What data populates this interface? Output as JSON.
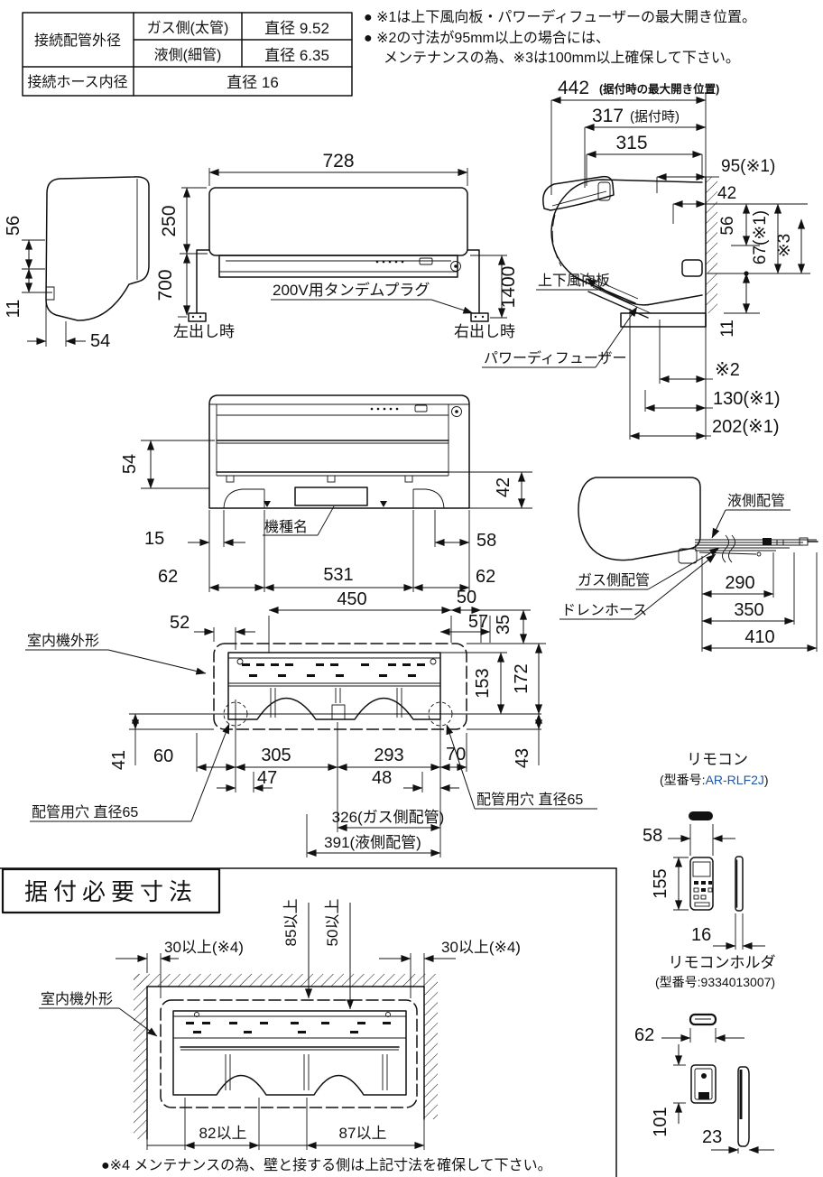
{
  "colors": {
    "ink": "#111111",
    "code_blue": "#2056a8"
  },
  "spec_table": {
    "pipe_od_label": "接続配管外径",
    "gas_label": "ガス側(太管)",
    "gas_value": "直径 9.52",
    "liquid_label": "液側(細管)",
    "liquid_value": "直径 6.35",
    "hose_label": "接続ホース内径",
    "hose_value": "直径 16"
  },
  "notes": {
    "note1": "● ※1は上下風向板・パワーディフューザーの最大開き位置。",
    "note2": "● ※2の寸法が95mm以上の場合には、",
    "note3": "メンテナンスの為、※3は100mm以上確保して下さい。"
  },
  "side_view": {
    "d56": "56",
    "d11": "11",
    "d54": "54"
  },
  "front_view": {
    "d728": "728",
    "d250": "250",
    "d700": "700",
    "d1400": "1400",
    "left_exit": "左出し時",
    "right_exit": "右出し時",
    "plug": "200V用タンデムプラグ"
  },
  "wall_view": {
    "d442": "442",
    "d442_note": "(据付時の最大開き位置)",
    "d317": "317",
    "d317_note": "(据付時)",
    "d315": "315",
    "d95": "95(※1)",
    "d42": "42",
    "d56": "56",
    "d67": "67(※1)",
    "s3": "※3",
    "d11": "11",
    "s2": "※2",
    "d130": "130(※1)",
    "d202": "202(※1)",
    "flap": "上下風向板",
    "diffuser": "パワーディフューザー"
  },
  "rear_view": {
    "d54": "54",
    "d42": "42",
    "d15": "15",
    "d58": "58",
    "d62l": "62",
    "d531": "531",
    "d62r": "62",
    "model": "機種名"
  },
  "pipe_view": {
    "liquid": "液側配管",
    "gas": "ガス側配管",
    "drain": "ドレンホース",
    "d290": "290",
    "d350": "350",
    "d410": "410"
  },
  "plate_view": {
    "outline": "室内機外形",
    "d450": "450",
    "d50": "50",
    "d52": "52",
    "d57": "57",
    "d35": "35",
    "d153": "153",
    "d172": "172",
    "d41": "41",
    "d60": "60",
    "d305": "305",
    "d293": "293",
    "d70": "70",
    "d43": "43",
    "d47": "47",
    "d48": "48",
    "d326": "326(ガス側配管)",
    "d391": "391(液側配管)",
    "hole_l": "配管用穴 直径65",
    "hole_r": "配管用穴 直径65"
  },
  "remote": {
    "title": "リモコン",
    "model_prefix": "(型番号:",
    "model_code": "AR-RLF2J",
    "model_suffix": ")",
    "d58": "58",
    "d155": "155",
    "d16": "16"
  },
  "holder": {
    "title": "リモコンホルダ",
    "model": "(型番号:9334013007)",
    "d62": "62",
    "d101": "101",
    "d23": "23"
  },
  "install": {
    "title": "据付必要寸法",
    "d30l": "30以上(※4)",
    "d30r": "30以上(※4)",
    "d85": "85以上",
    "d50": "50以上",
    "outline": "室内機外形",
    "d82": "82以上",
    "d87": "87以上",
    "footnote": "●※4 メンテナンスの為、壁と接する側は上記寸法を確保して下さい。"
  }
}
